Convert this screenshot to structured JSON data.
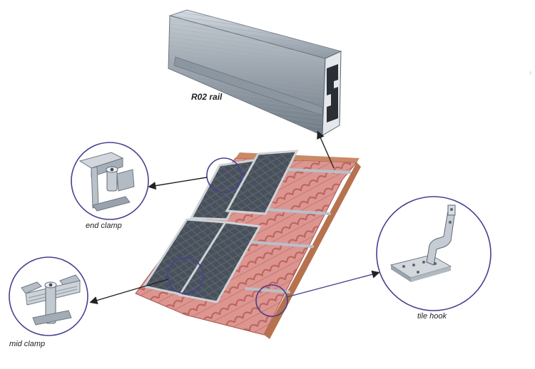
{
  "labels": {
    "rail": "R02 rail",
    "end_clamp": "end clamp",
    "mid_clamp": "mid clamp",
    "tile_hook": "tile hook"
  },
  "components": [
    {
      "id": "rail",
      "icon": "aluminium-rail-icon"
    },
    {
      "id": "end_clamp",
      "icon": "end-clamp-icon"
    },
    {
      "id": "mid_clamp",
      "icon": "mid-clamp-icon"
    },
    {
      "id": "tile_hook",
      "icon": "tile-hook-icon"
    }
  ],
  "colors": {
    "callout_circle": "#4a3f8f",
    "arrow": "#222222",
    "roof_tile": "#d98b86",
    "roof_tile_shadow": "#b8625e",
    "panel_cell": "#4f5863",
    "panel_frame": "#c9ccd0",
    "aluminium": "#a9b3bd"
  }
}
